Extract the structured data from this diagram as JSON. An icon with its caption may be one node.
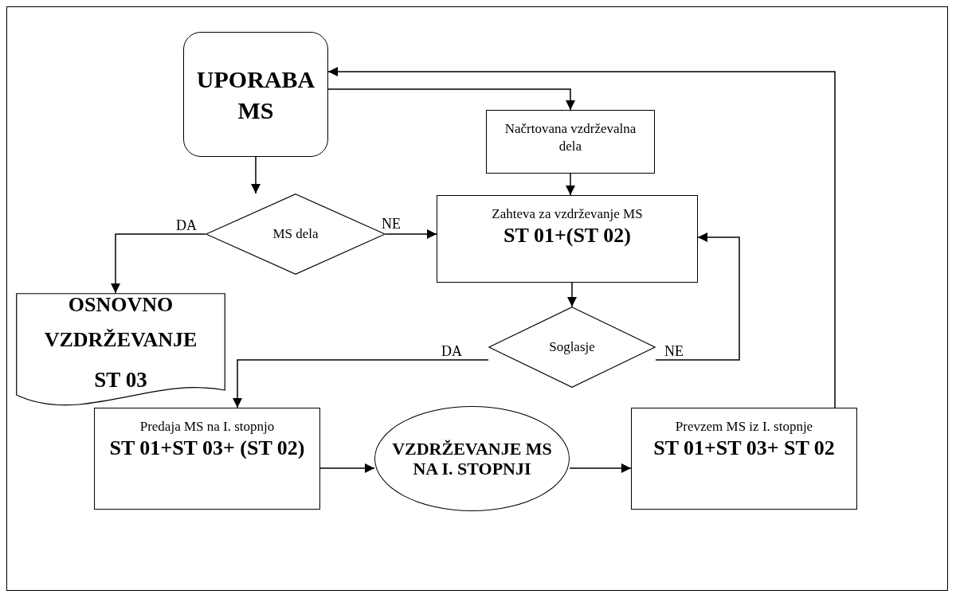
{
  "diagram": {
    "nodes": [
      {
        "text": [
          "UPORABA MS"
        ]
      },
      {
        "text": [
          "Načrtovana vzdrževalna dela"
        ]
      },
      {
        "text": [
          "MS dela"
        ]
      },
      {
        "text": [
          "Zahteva za vzdrževanje MS",
          "ST 01+(ST 02)"
        ]
      },
      {
        "text": [
          "OSNOVNO VZDRŽEVANJE",
          "ST 03"
        ]
      },
      {
        "text": [
          "Soglasje"
        ]
      },
      {
        "text": [
          "Predaja MS na I. stopnjo",
          "ST 01+ST 03+ (ST 02)"
        ]
      },
      {
        "text": [
          "VZDRŽEVANJE MS NA I. STOPNJI"
        ]
      },
      {
        "text": [
          "Prevzem MS iz I. stopnje",
          "ST 01+ST 03+ ST 02"
        ]
      }
    ],
    "edges": [
      {
        "from": 0,
        "to": 2,
        "arrow": "to"
      },
      {
        "from": 0,
        "to": 1,
        "arrow": "to"
      },
      {
        "from": 1,
        "to": 3,
        "arrow": "to"
      },
      {
        "from": 2,
        "to": 4,
        "arrow": "to",
        "label": "DA"
      },
      {
        "from": 2,
        "to": 3,
        "arrow": "to",
        "label": "NE"
      },
      {
        "from": 3,
        "to": 5,
        "arrow": "to"
      },
      {
        "from": 5,
        "to": 6,
        "arrow": "to",
        "label": "DA"
      },
      {
        "from": 5,
        "to": 3,
        "arrow": "to",
        "label": "NE"
      },
      {
        "from": 6,
        "to": 7,
        "arrow": "to"
      },
      {
        "from": 7,
        "to": 8,
        "arrow": "to"
      },
      {
        "from": 8,
        "to": 0,
        "arrow": "to"
      }
    ]
  }
}
